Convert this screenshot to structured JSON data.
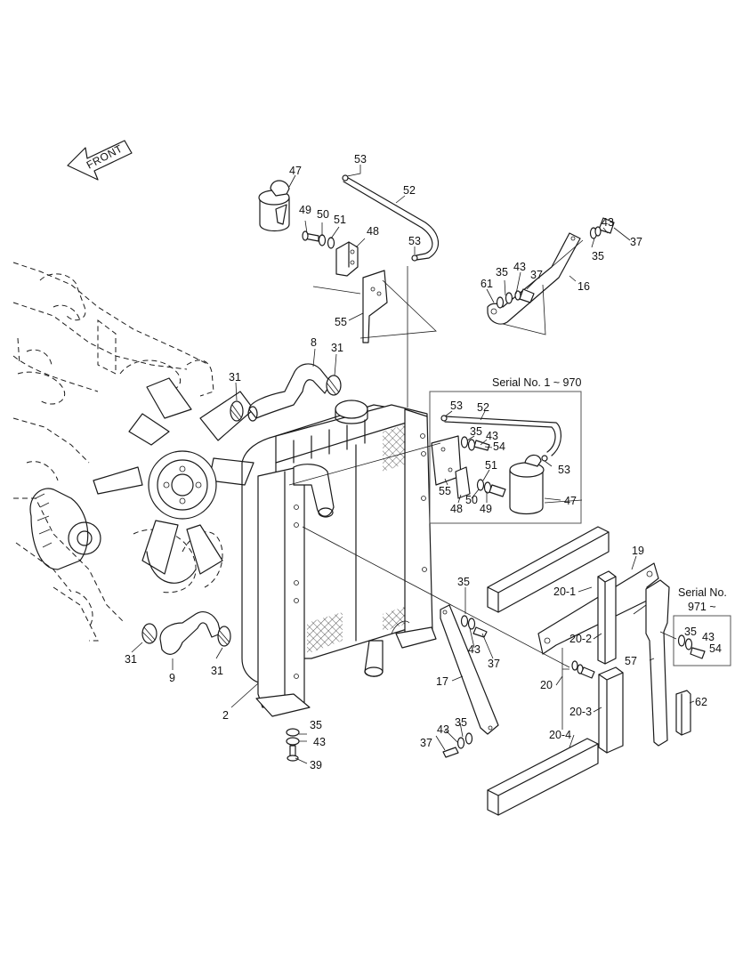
{
  "front_arrow": {
    "label": "FRONT"
  },
  "callouts": {
    "n2": "2",
    "n8": "8",
    "n9": "9",
    "n16": "16",
    "n17": "17",
    "n19": "19",
    "n20": "20",
    "n20_1": "20-1",
    "n20_2": "20-2",
    "n20_3": "20-3",
    "n20_4": "20-4",
    "n31a": "31",
    "n31b": "31",
    "n31c": "31",
    "n31d": "31",
    "n35a": "35",
    "n35b": "35",
    "n35c": "35",
    "n35d": "35",
    "n35e": "35",
    "n35f": "35",
    "n35g": "35",
    "n37a": "37",
    "n37b": "37",
    "n37c": "37",
    "n37d": "37",
    "n39": "39",
    "n43a": "43",
    "n43b": "43",
    "n43c": "43",
    "n43d": "43",
    "n43e": "43",
    "n43f": "43",
    "n43g": "43",
    "n47a": "47",
    "n47b": "47",
    "n48a": "48",
    "n48b": "48",
    "n49a": "49",
    "n49b": "49",
    "n50a": "50",
    "n50b": "50",
    "n51a": "51",
    "n51b": "51",
    "n52a": "52",
    "n52b": "52",
    "n53a": "53",
    "n53b": "53",
    "n53c": "53",
    "n53d": "53",
    "n54a": "54",
    "n54b": "54",
    "n55a": "55",
    "n55b": "55",
    "n57": "57",
    "n61": "61",
    "n62": "62"
  },
  "serial_boxes": {
    "first": "Serial No. 1 ~ 970",
    "second_line1": "Serial No.",
    "second_line2": "971 ~"
  }
}
